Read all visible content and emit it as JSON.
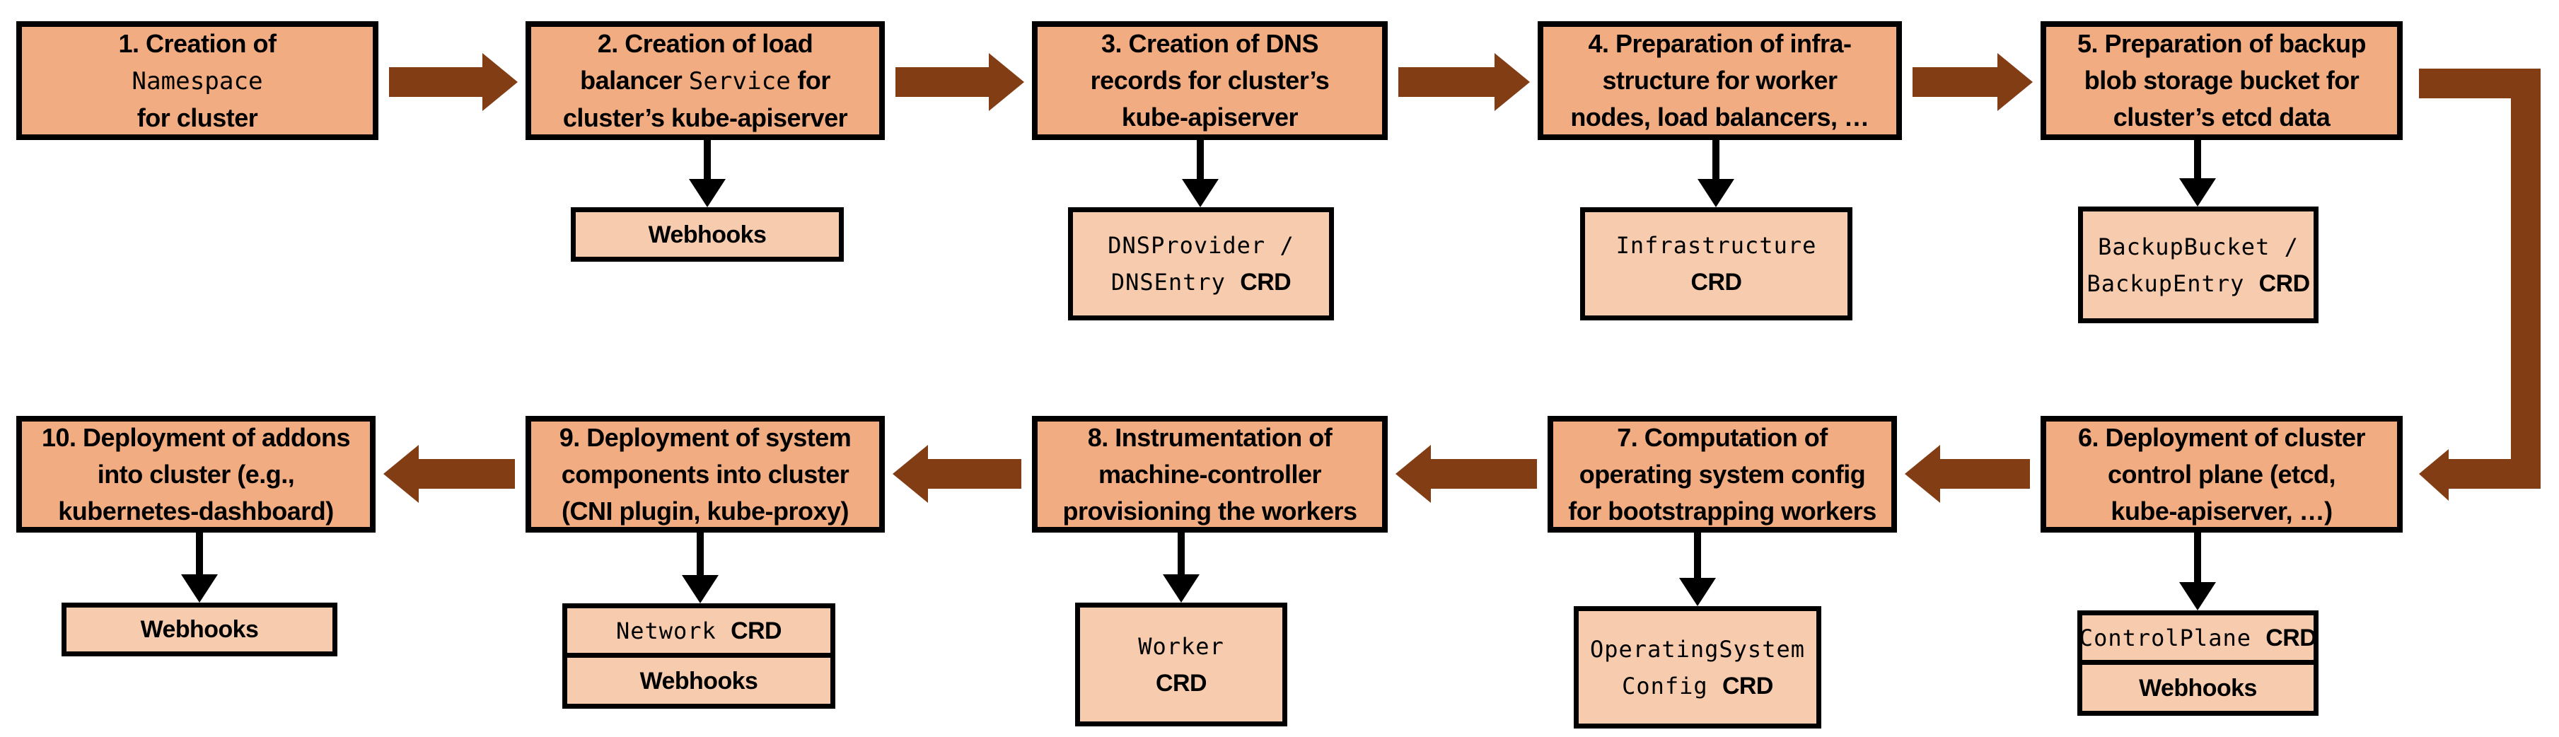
{
  "colors": {
    "step_fill": "#F2AC81",
    "sub_fill": "#F7CBAE",
    "outline": "#000000",
    "arrow": "#833D14",
    "connector": "#000000",
    "bg": "#FFFFFF"
  },
  "steps": [
    {
      "num": 1,
      "lines": [
        [
          {
            "t": "1. Creation of"
          }
        ],
        [
          {
            "t": "Namespace",
            "m": 1
          }
        ],
        [
          {
            "t": "for cluster"
          }
        ]
      ],
      "sub": []
    },
    {
      "num": 2,
      "lines": [
        [
          {
            "t": "2. Creation of load"
          }
        ],
        [
          {
            "t": "balancer "
          },
          {
            "t": "Service",
            "m": 1
          },
          {
            "t": " for"
          }
        ],
        [
          {
            "t": "cluster’s kube-apiserver"
          }
        ]
      ],
      "sub": [
        {
          "lines": [
            [
              {
                "t": "Webhooks",
                "b": 1
              }
            ]
          ]
        }
      ]
    },
    {
      "num": 3,
      "lines": [
        [
          {
            "t": "3. Creation of DNS"
          }
        ],
        [
          {
            "t": "records for cluster’s"
          }
        ],
        [
          {
            "t": "kube-apiserver"
          }
        ]
      ],
      "sub": [
        {
          "lines": [
            [
              {
                "t": "DNSProvider /"
              }
            ],
            [
              {
                "t": "DNSEntry "
              },
              {
                "t": "CRD",
                "b": 1
              }
            ]
          ]
        }
      ]
    },
    {
      "num": 4,
      "lines": [
        [
          {
            "t": "4. Preparation of infra-"
          }
        ],
        [
          {
            "t": "structure for worker"
          }
        ],
        [
          {
            "t": "nodes, load balancers, …"
          }
        ]
      ],
      "sub": [
        {
          "lines": [
            [
              {
                "t": "Infrastructure"
              }
            ],
            [
              {
                "t": "CRD",
                "b": 1
              }
            ]
          ]
        }
      ]
    },
    {
      "num": 5,
      "lines": [
        [
          {
            "t": "5. Preparation of backup"
          }
        ],
        [
          {
            "t": "blob storage bucket for"
          }
        ],
        [
          {
            "t": "cluster’s etcd data"
          }
        ]
      ],
      "sub": [
        {
          "lines": [
            [
              {
                "t": "BackupBucket /"
              }
            ],
            [
              {
                "t": "BackupEntry "
              },
              {
                "t": "CRD",
                "b": 1
              }
            ]
          ]
        }
      ]
    },
    {
      "num": 6,
      "lines": [
        [
          {
            "t": "6. Deployment of cluster"
          }
        ],
        [
          {
            "t": "control plane (etcd,"
          }
        ],
        [
          {
            "t": "kube-apiserver, …)"
          }
        ]
      ],
      "sub": [
        {
          "lines": [
            [
              {
                "t": "ControlPlane "
              },
              {
                "t": "CRD",
                "b": 1
              }
            ]
          ]
        },
        {
          "lines": [
            [
              {
                "t": "Webhooks",
                "b": 1
              }
            ]
          ]
        }
      ]
    },
    {
      "num": 7,
      "lines": [
        [
          {
            "t": "7. Computation of"
          }
        ],
        [
          {
            "t": "operating system config"
          }
        ],
        [
          {
            "t": "for bootstrapping workers"
          }
        ]
      ],
      "sub": [
        {
          "lines": [
            [
              {
                "t": "OperatingSystem"
              }
            ],
            [
              {
                "t": "Config "
              },
              {
                "t": "CRD",
                "b": 1
              }
            ]
          ]
        }
      ]
    },
    {
      "num": 8,
      "lines": [
        [
          {
            "t": "8. Instrumentation of"
          }
        ],
        [
          {
            "t": "machine-controller"
          }
        ],
        [
          {
            "t": "provisioning the workers"
          }
        ]
      ],
      "sub": [
        {
          "lines": [
            [
              {
                "t": "Worker"
              }
            ],
            [
              {
                "t": "CRD",
                "b": 1
              }
            ]
          ]
        }
      ]
    },
    {
      "num": 9,
      "lines": [
        [
          {
            "t": "9. Deployment of system"
          }
        ],
        [
          {
            "t": "components into cluster"
          }
        ],
        [
          {
            "t": "(CNI plugin, kube-proxy)"
          }
        ]
      ],
      "sub": [
        {
          "lines": [
            [
              {
                "t": "Network "
              },
              {
                "t": "CRD",
                "b": 1
              }
            ]
          ]
        },
        {
          "lines": [
            [
              {
                "t": "Webhooks",
                "b": 1
              }
            ]
          ]
        }
      ]
    },
    {
      "num": 10,
      "lines": [
        [
          {
            "t": "10. Deployment of addons"
          }
        ],
        [
          {
            "t": "into cluster (e.g.,"
          }
        ],
        [
          {
            "t": "kubernetes-dashboard)"
          }
        ]
      ],
      "sub": [
        {
          "lines": [
            [
              {
                "t": "Webhooks",
                "b": 1
              }
            ]
          ]
        }
      ]
    }
  ]
}
